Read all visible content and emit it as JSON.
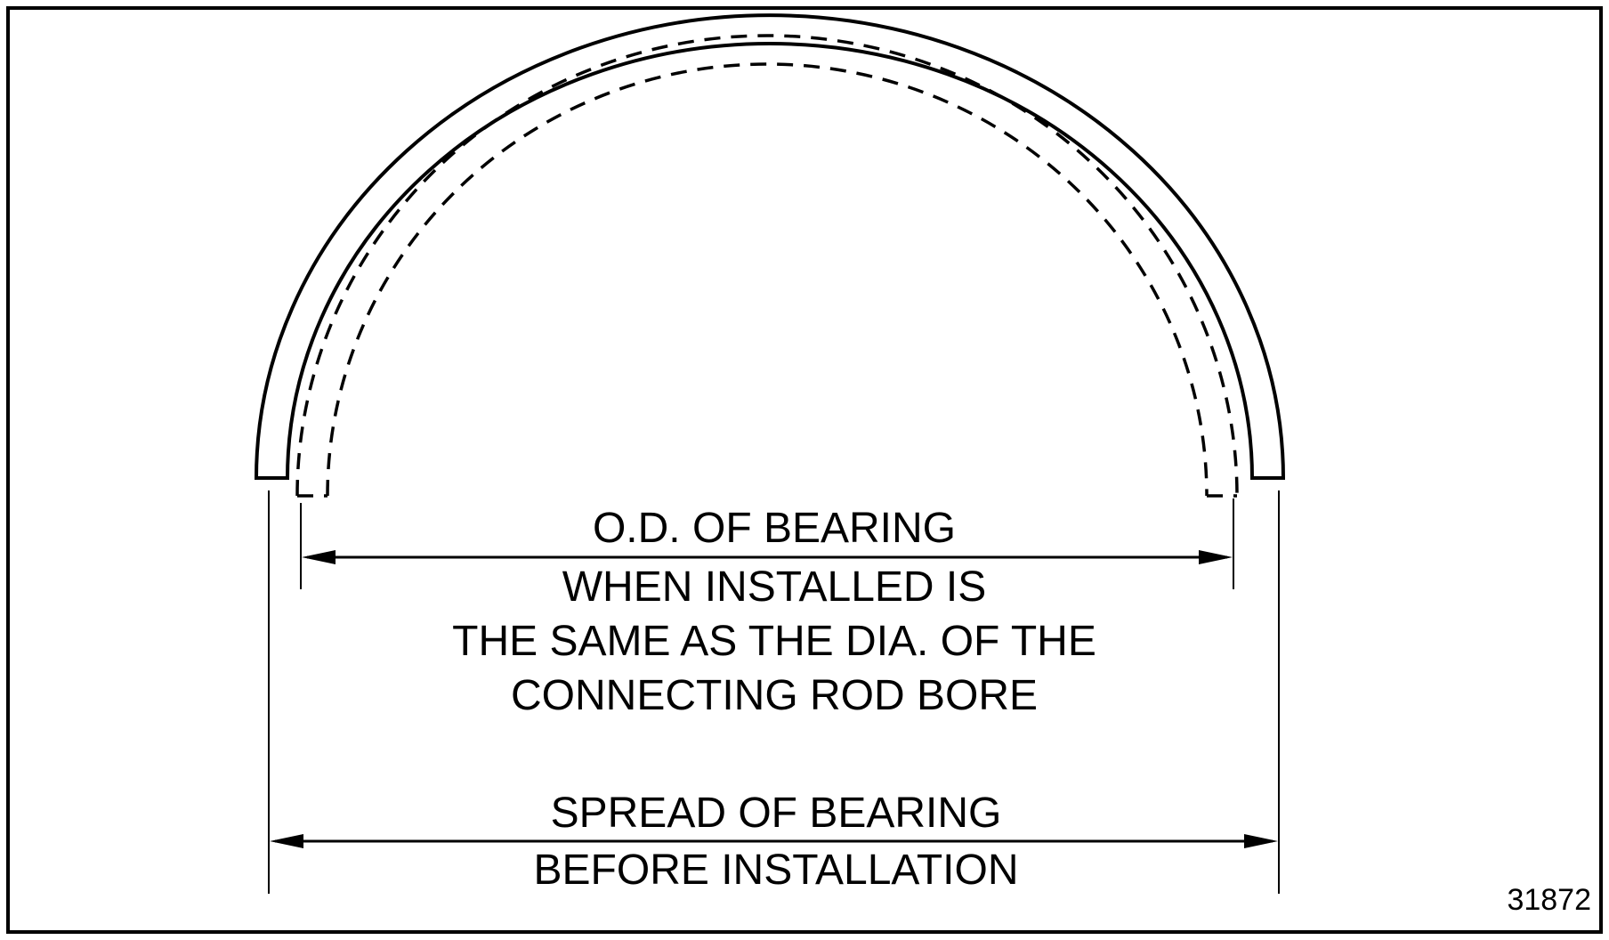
{
  "figure": {
    "id": "31872"
  },
  "colors": {
    "line": "#000000",
    "background": "#ffffff"
  },
  "labels": {
    "od": {
      "line1": "O.D. OF BEARING",
      "line2": "WHEN INSTALLED IS",
      "line3": "THE SAME AS THE DIA. OF THE",
      "line4": "CONNECTING ROD BORE"
    },
    "spread": {
      "line1": "SPREAD OF BEARING",
      "line2": "BEFORE INSTALLATION"
    }
  }
}
